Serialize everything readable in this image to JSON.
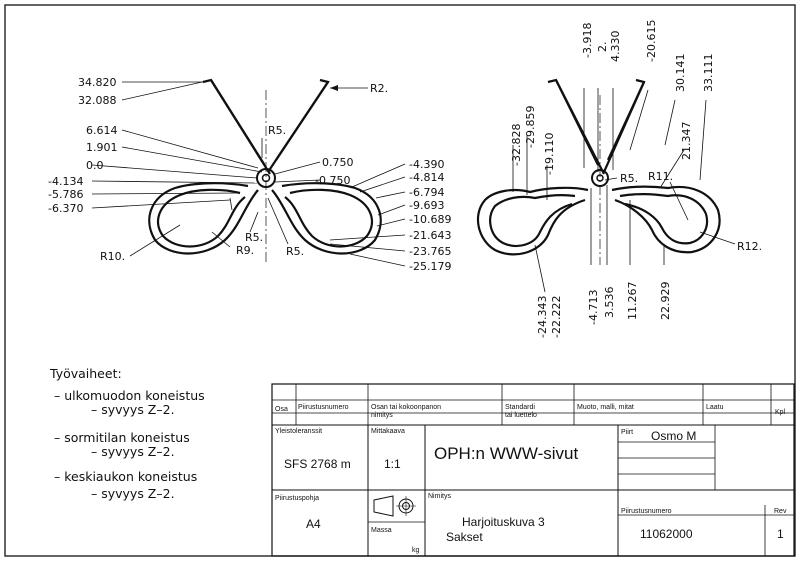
{
  "left_view": {
    "y_dims": [
      "34.820",
      "32.088",
      "6.614",
      "1.901",
      "0.0",
      "-4.134",
      "-5.786",
      "-6.370"
    ],
    "right_dims": [
      "0.750",
      "-0.750"
    ],
    "x_dims": [
      "-4.390",
      "-4.814",
      "-6.794",
      "-9.693",
      "-10.689",
      "-21.643",
      "-23.765",
      "-25.179"
    ],
    "radii": {
      "r2": "R2.",
      "r5_top": "R5.",
      "r5_a": "R5.",
      "r5_b": "R5.",
      "r9": "R9.",
      "r10": "R10."
    }
  },
  "right_view": {
    "top_dims": [
      "-32.828",
      "-29.859",
      "-19.110",
      "-3.918",
      "2.",
      "4.330",
      "-20.615",
      "30.141",
      "33.111",
      "21.347"
    ],
    "bottom_dims": [
      "-24.343",
      "-22.222",
      "-4.713",
      "3.536",
      "11.267",
      "22.929"
    ],
    "radii": {
      "r5": "R5.",
      "r11": "R11.",
      "r12": "R12."
    }
  },
  "work_steps": {
    "title": "Työvaiheet:",
    "items": [
      {
        "op": "– ulkomuodon koneistus",
        "depth": "– syvyys Z–2."
      },
      {
        "op": "– sormitilan koneistus",
        "depth": "– syvyys Z–2."
      },
      {
        "op": "– keskiaukon koneistus",
        "depth": "– syvyys Z–2."
      }
    ]
  },
  "title_block": {
    "headers": {
      "osa": "Osa",
      "piirustusnumero": "Piirustusnumero",
      "kokoonpano": "Osan tai kokoonpanon",
      "nimitys_small": "nimitys",
      "standardi": "Standardi",
      "luettelo": "tai luettelo",
      "muoto": "Muoto, malli, mitat",
      "laatu": "Laatu",
      "kpl": "Kpl",
      "yleistoleranssit": "Yleistoleranssit",
      "mittakaava": "Mittakaava",
      "piirt": "Piirt",
      "piirustuspohja": "Piirustuspohja",
      "nimitys": "Nimitys",
      "massa": "Massa",
      "kg": "kg",
      "piirustusnumero2": "Piirustusnumero",
      "rev": "Rev"
    },
    "tolerance": "SFS 2768 m",
    "scale": "1:1",
    "organization": "OPH:n WWW-sivut",
    "drawn_by": "Osmo M",
    "sheet_size": "A4",
    "name_line1": "Harjoituskuva 3",
    "name_line2": "Sakset",
    "drawing_number": "11062000",
    "revision": "1"
  }
}
